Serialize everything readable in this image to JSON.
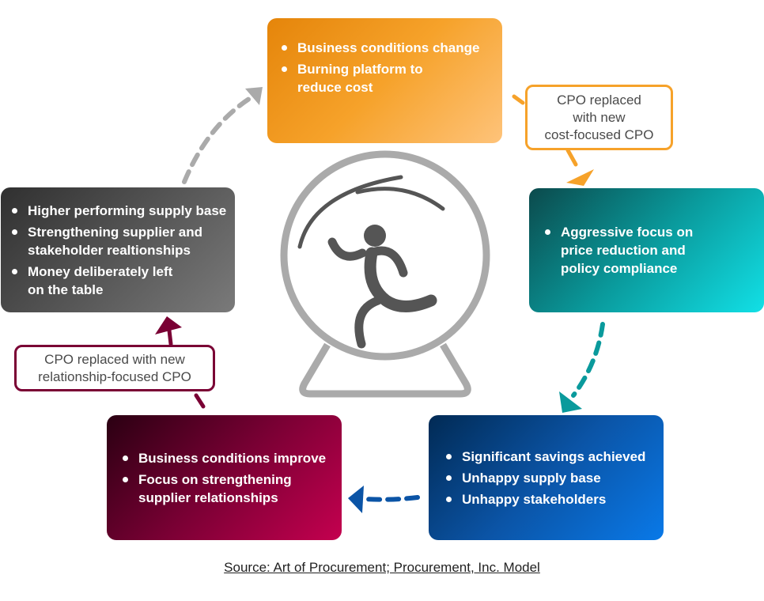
{
  "diagram": {
    "stages": [
      {
        "id": "top",
        "color": "#f6a22a",
        "items": [
          "Business conditions change",
          "Burning platform to\nreduce cost"
        ]
      },
      {
        "id": "right",
        "color": "#0a9a9c",
        "items": [
          "Aggressive focus on\nprice reduction and\npolicy compliance"
        ]
      },
      {
        "id": "bottom-right",
        "color": "#0b54a6",
        "items": [
          "Significant savings achieved",
          "Unhappy supply base",
          "Unhappy stakeholders"
        ]
      },
      {
        "id": "bottom-left",
        "color": "#7a0034",
        "items": [
          "Business conditions improve",
          "Focus on strengthening\nsupplier relationships"
        ]
      },
      {
        "id": "left",
        "color": "#555555",
        "items": [
          "Higher performing supply base",
          "Strengthening supplier and\nstakeholder realtionships",
          "Money deliberately left\non the table"
        ]
      }
    ],
    "callouts": {
      "cost": "CPO replaced\nwith new\ncost-focused CPO",
      "relationship": "CPO replaced with new\nrelationship-focused CPO"
    },
    "center_icon": "hamster-wheel-runner-icon",
    "source": "Source: Art of Procurement; Procurement, Inc. Model"
  }
}
